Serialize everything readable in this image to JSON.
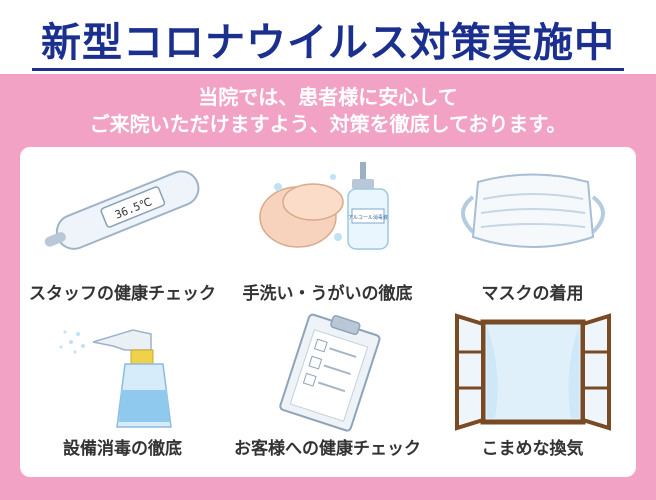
{
  "header": {
    "title": "新型コロナウイルス対策実施中"
  },
  "intro": {
    "line1": "当院では、患者様に安心して",
    "line2": "ご来院いただけますよう、対策を徹底しております。"
  },
  "measures": [
    {
      "label": "スタッフの健康チェック",
      "icon": "thermometer-icon",
      "thermometer_reading": "36.5℃"
    },
    {
      "label": "手洗い・うがいの徹底",
      "icon": "handwashing-icon",
      "bottle_label": "アルコール消毒液"
    },
    {
      "label": "マスクの着用",
      "icon": "mask-icon"
    },
    {
      "label": "設備消毒の徹底",
      "icon": "spray-bottle-icon"
    },
    {
      "label": "お客様への健康チェック",
      "icon": "clipboard-icon"
    },
    {
      "label": "こまめな換気",
      "icon": "open-window-icon"
    }
  ],
  "colors": {
    "background": "#f2a2c4",
    "title": "#1b2f8f",
    "panel": "#ffffff",
    "label": "#333333"
  }
}
